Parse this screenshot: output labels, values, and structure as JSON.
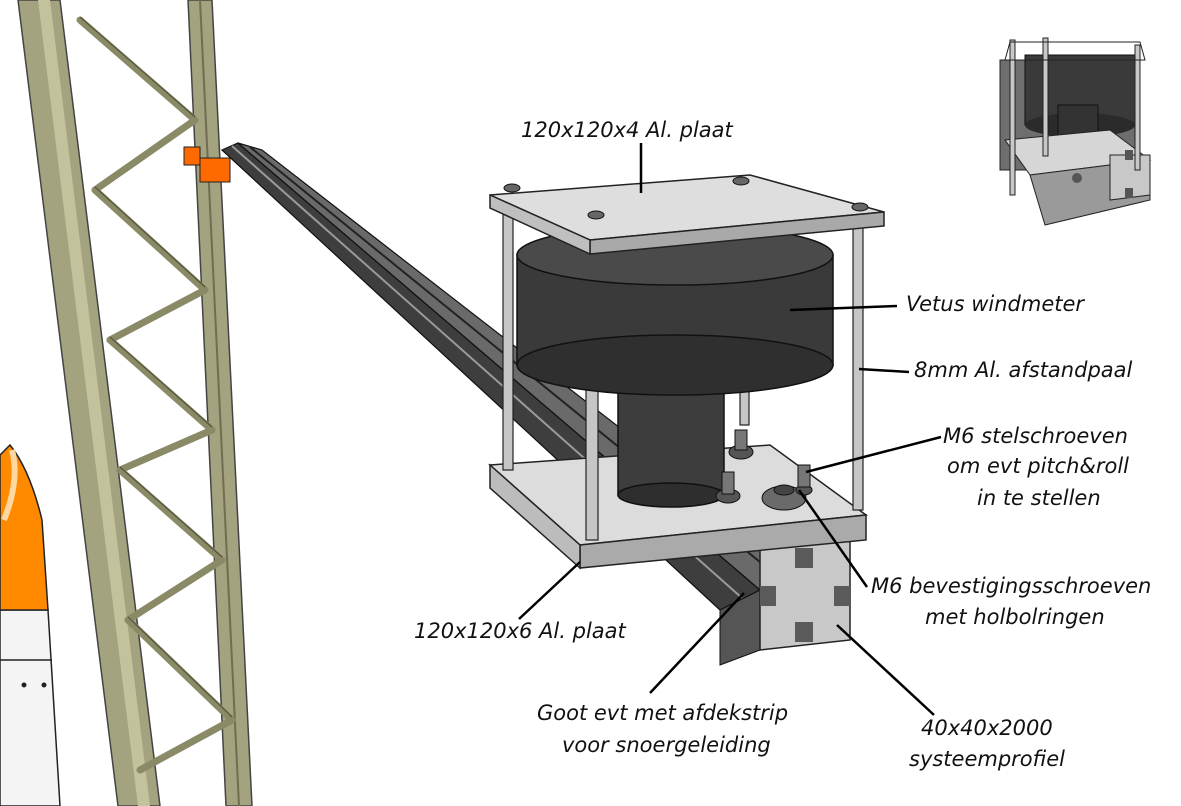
{
  "labels": {
    "top_plate": "120x120x4 Al. plaat",
    "windmeter": "Vetus windmeter",
    "spacer": "8mm Al. afstandpaal",
    "m6_adjust_line1": "M6 stelschroeven",
    "m6_adjust_line2": "om evt pitch&roll",
    "m6_adjust_line3": "in te stellen",
    "m6_fix_line1": "M6 bevestigingsschroeven",
    "m6_fix_line2": "met holbolringen",
    "bottom_plate": "120x120x6 Al. plaat",
    "groove_line1": "Goot evt met afdekstrip",
    "groove_line2": "voor snoergeleiding",
    "profile_line1": "40x40x2000",
    "profile_line2": "systeemprofiel"
  },
  "colors": {
    "mast": "#9a9a76",
    "mast_dark": "#6e6e52",
    "clamp": "#ff6a00",
    "metal_light": "#dcdcdc",
    "metal_mid": "#bdbdbd",
    "metal_dark": "#8c8c8c",
    "windmeter_top": "#4a4a4a",
    "windmeter_side": "#333333",
    "rail": "#4d4d4d",
    "rail_light": "#7a7a7a",
    "rocket_tip": "#ff8a00"
  }
}
